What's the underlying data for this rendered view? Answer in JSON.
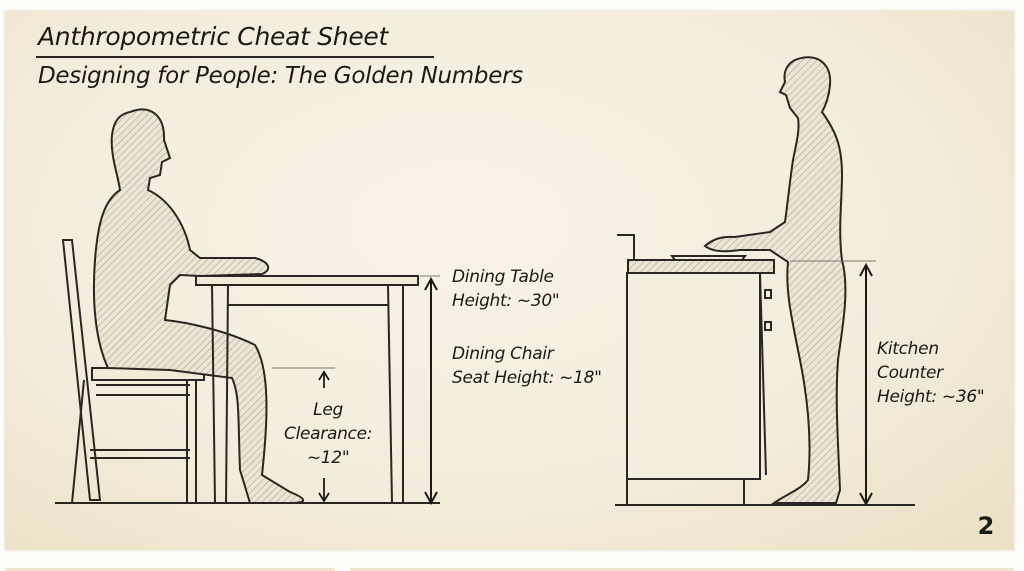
{
  "header": {
    "title": "Anthropometric Cheat Sheet",
    "subtitle": "Designing for People: The Golden Numbers"
  },
  "annotations": {
    "dining_table": {
      "line1": "Dining Table",
      "line2": "Height: ~30\""
    },
    "dining_chair": {
      "line1": "Dining Chair",
      "line2": "Seat Height: ~18\""
    },
    "leg_clearance": {
      "line1": "Leg",
      "line2": "Clearance:",
      "line3": "~12\""
    },
    "kitchen_counter": {
      "line1": "Kitchen",
      "line2": "Counter",
      "line3": "Height: ~36\""
    }
  },
  "figures": {
    "seated": "seated-person-at-dining-table",
    "standing": "standing-person-at-kitchen-counter"
  },
  "page_number": "2",
  "colors": {
    "paper": "#f3ecdb",
    "ink": "#1c1a17",
    "hatch": "#8a8478"
  }
}
